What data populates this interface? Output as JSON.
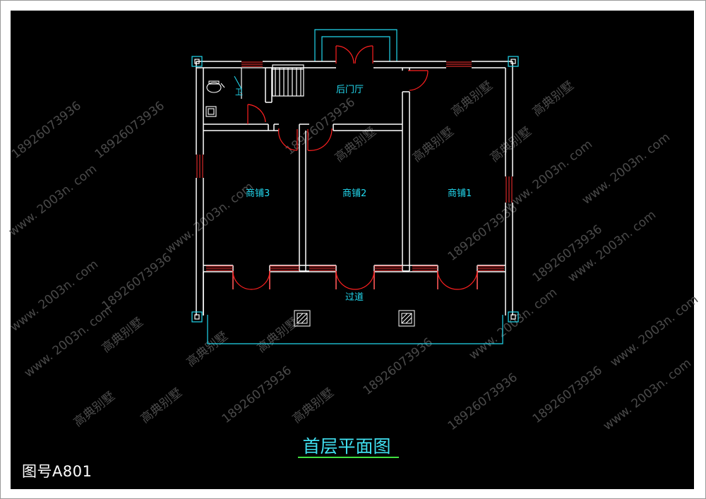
{
  "drawing": {
    "title": "首层平面图",
    "drawing_number": "图号A801",
    "rooms": {
      "back_hall": "后门厅",
      "shop_1": "商铺1",
      "shop_2": "商铺2",
      "shop_3": "商铺3",
      "corridor": "过道",
      "wc": "卫"
    },
    "watermarks": {
      "phone": "18926073936",
      "site": "www. 2003n. com",
      "brand": "高典别墅"
    }
  },
  "colors": {
    "wall": "#ffffff",
    "door": "#ff2020",
    "window": "#ff3030",
    "cyan": "#22d8ee",
    "title": "#40e0f0",
    "underline": "#40e040",
    "watermark": "#4a4a4a"
  }
}
